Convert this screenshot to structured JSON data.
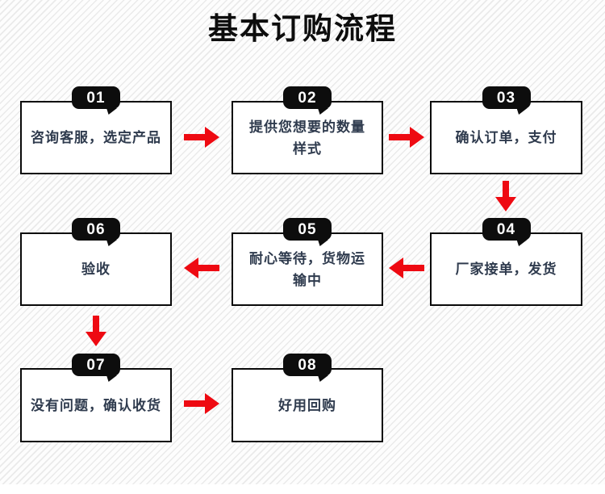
{
  "title": "基本订购流程",
  "colors": {
    "accent_red": "#ee0a12",
    "badge_black": "#0d0d0d",
    "text_dark": "#2f3b4e",
    "box_border": "#0a0a0a",
    "stripe_gray": "#eaeaea"
  },
  "steps": [
    {
      "num": "01",
      "line1": "咨询客服，选定产品",
      "line2": ""
    },
    {
      "num": "02",
      "line1": "提供您想要的数量",
      "line2": "样式"
    },
    {
      "num": "03",
      "line1": "确认订单，支付",
      "line2": ""
    },
    {
      "num": "04",
      "line1": "厂家接单，发货",
      "line2": ""
    },
    {
      "num": "05",
      "line1": "耐心等待，货物运",
      "line2": "输中"
    },
    {
      "num": "06",
      "line1": "验收",
      "line2": ""
    },
    {
      "num": "07",
      "line1": "没有问题，确认收货",
      "line2": ""
    },
    {
      "num": "08",
      "line1": "好用回购",
      "line2": ""
    }
  ]
}
